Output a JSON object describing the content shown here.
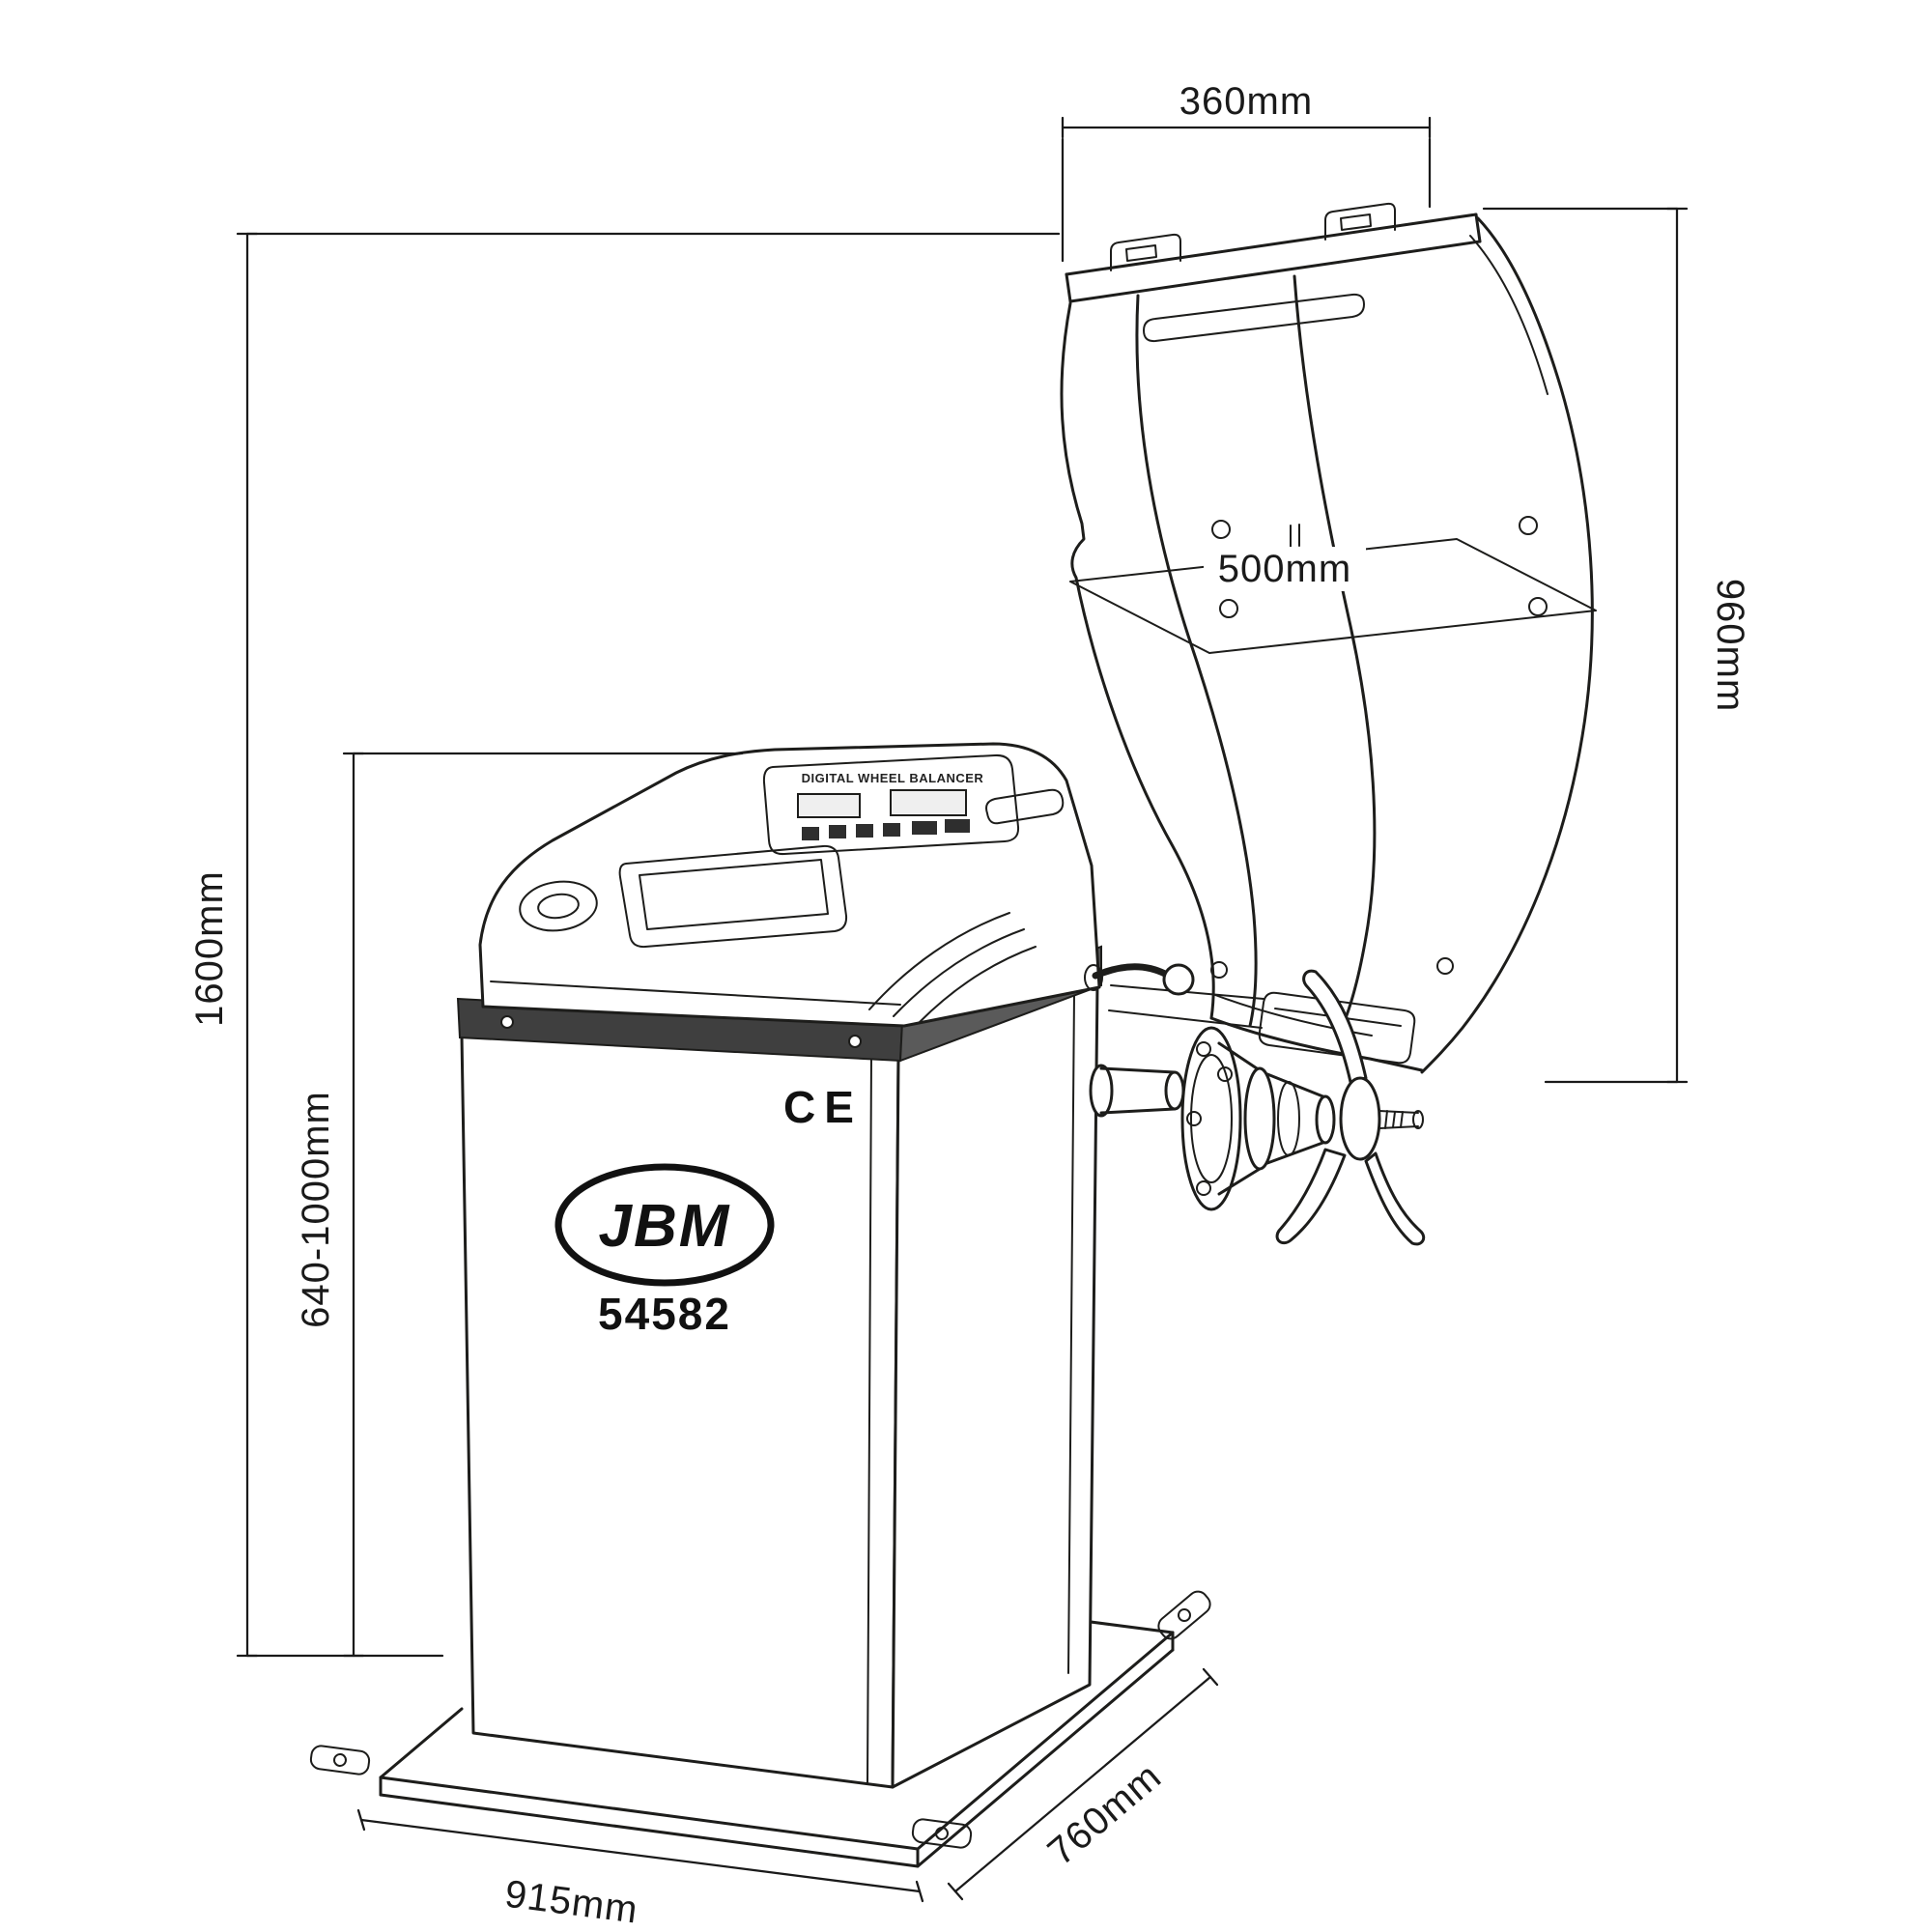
{
  "machine": {
    "brand": "JBM",
    "model": "54582",
    "certification": "CE",
    "panel_label": "DIGITAL WHEEL BALANCER"
  },
  "dimensions": {
    "guard_width": "360mm",
    "rim_plane_width": "500mm",
    "guard_height": "960mm",
    "overall_height": "1600mm",
    "spindle_height_range": "640-1000mm",
    "base_width": "915mm",
    "base_depth": "760mm"
  },
  "colors": {
    "line": "#1d1d1b",
    "text": "#1a1a1a",
    "background": "#ffffff",
    "band": "#3f3f3f"
  }
}
